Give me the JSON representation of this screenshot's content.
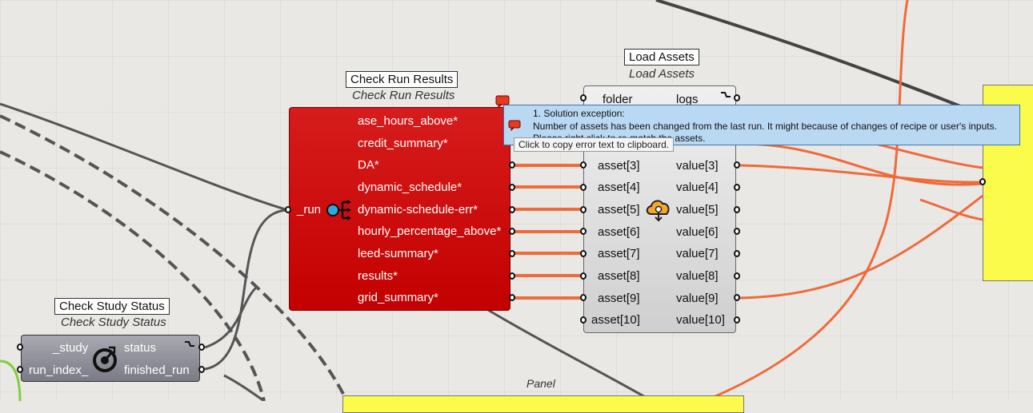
{
  "colors": {
    "wire_orange": "#f06a3a",
    "wire_dark": "#444444",
    "component_red": "#c80000",
    "panel_yellow": "#fbfb4c"
  },
  "check_run_results": {
    "name": "Check Run Results",
    "nickname": "Check Run Results",
    "input": "_run",
    "outputs": [
      "ase_hours_above*",
      "credit_summary*",
      "DA*",
      "dynamic_schedule*",
      "dynamic-schedule-err*",
      "hourly_percentage_above*",
      "leed-summary*",
      "results*",
      "grid_summary*"
    ]
  },
  "load_assets": {
    "name": "Load Assets",
    "nickname": "Load Assets",
    "inputs": [
      "folder_",
      "asset[3]",
      "asset[4]",
      "asset[5]",
      "asset[6]",
      "asset[7]",
      "asset[8]",
      "asset[9]",
      "asset[10]"
    ],
    "outputs": [
      "logs",
      "value[3]",
      "value[4]",
      "value[5]",
      "value[6]",
      "value[7]",
      "value[8]",
      "value[9]",
      "value[10]"
    ]
  },
  "check_study_status": {
    "name": "Check Study Status",
    "nickname": "Check Study Status",
    "inputs": [
      "_study",
      "run_index_"
    ],
    "outputs": [
      "status",
      "finished_run"
    ]
  },
  "tooltip": {
    "line1": "1. Solution exception:",
    "line2": "Number of assets has been changed from the last run. It might because of changes of recipe or user's inputs.",
    "line3": "Please right click to re-match the assets."
  },
  "hint": "Click to copy error text to clipboard.",
  "panel": {
    "label": "Panel"
  },
  "icons": {
    "run": "network-icon",
    "load": "cloud-download-icon",
    "status": "status-dial-icon",
    "error": "error-balloon-icon",
    "menu": "component-menu-icon"
  }
}
